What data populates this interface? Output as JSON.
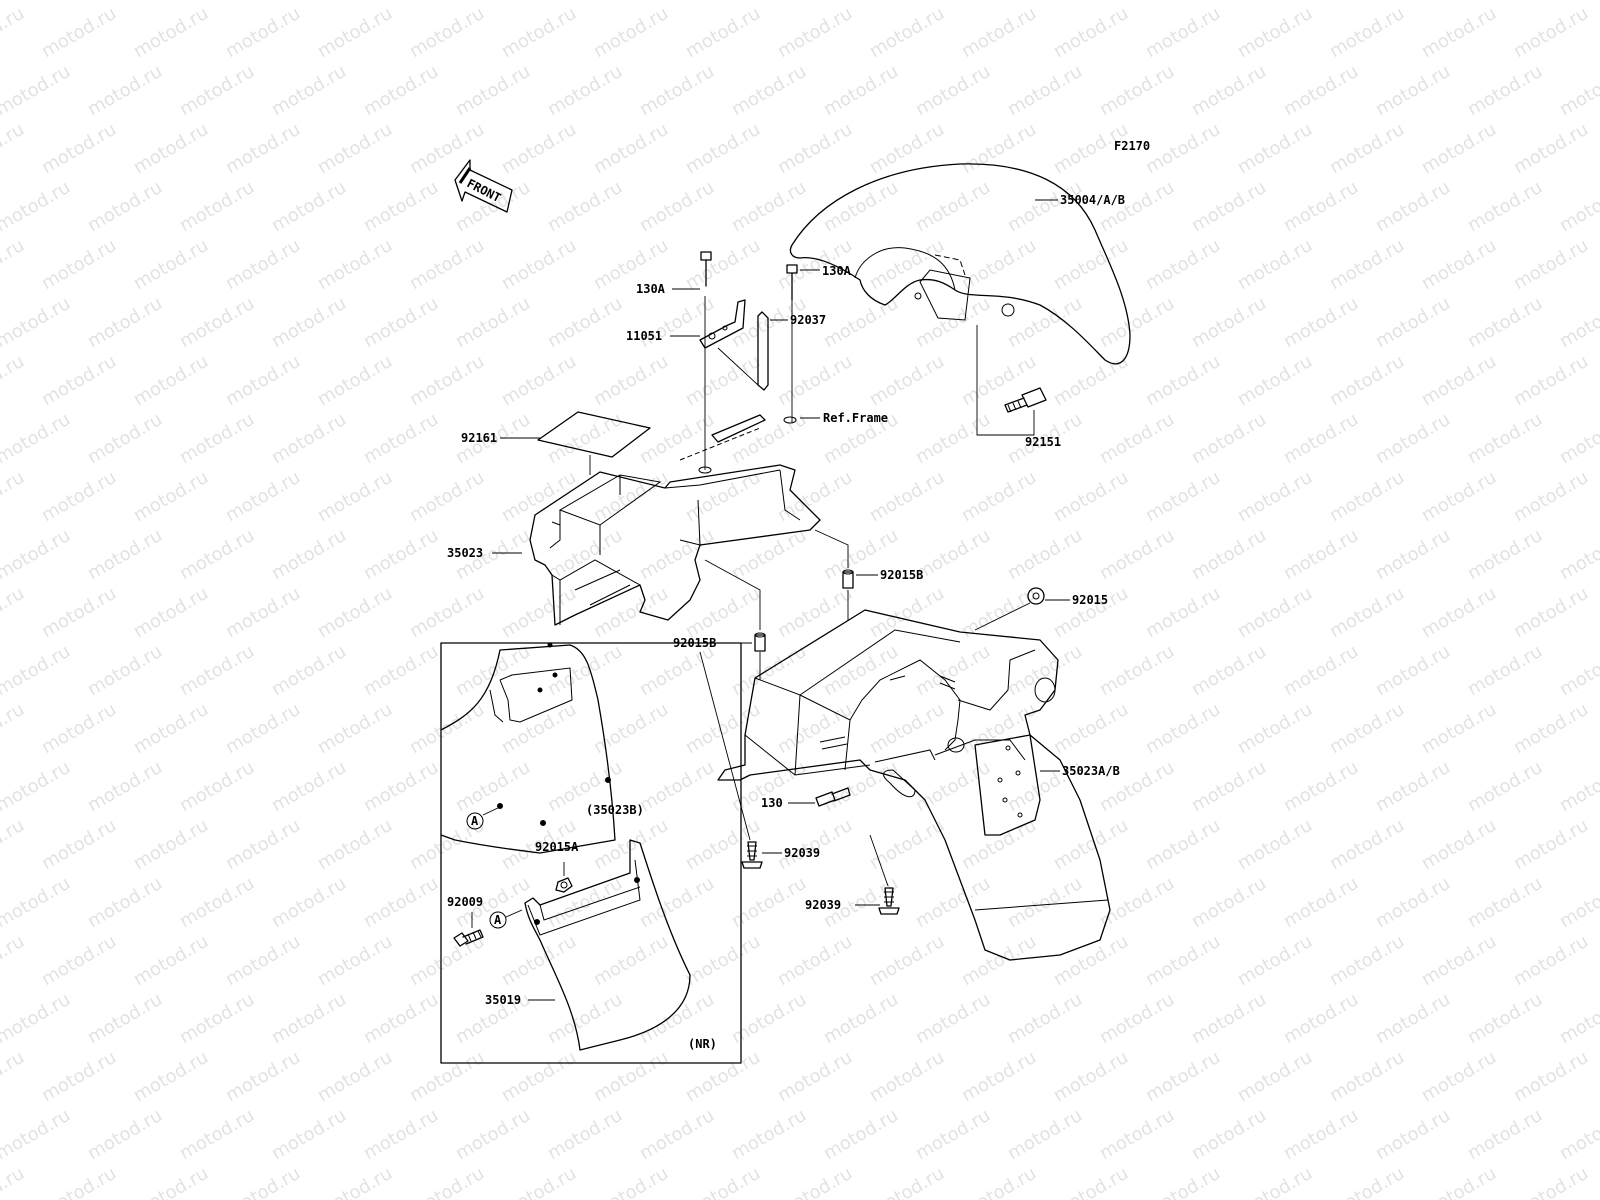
{
  "figure_code": "F2170",
  "front_arrow_label": "FRONT",
  "watermark_text": "motod.ru",
  "callouts": {
    "front_fender": "35004/A/B",
    "bolt_130a_top": "130A",
    "bracket_11051": "11051",
    "stay_92037": "92037",
    "bolt_130a_mid": "130A",
    "ref_frame": "Ref.Frame",
    "sheet_92161": "92161",
    "bolt_92151": "92151",
    "box_35023": "35023",
    "collar_92015b_r": "92015B",
    "washer_92015": "92015",
    "collar_92015b_l": "92015B",
    "rear_fender": "35023A/B",
    "bolt_130": "130",
    "rivet_92039_l": "92039",
    "rivet_92039_r": "92039",
    "inset_35023b": "(35023B)",
    "inset_ref_a_top": "A",
    "inset_92015a": "92015A",
    "inset_92009": "92009",
    "inset_ref_a_bottom": "A",
    "inset_35019": "35019",
    "inset_nr": "(NR)"
  }
}
